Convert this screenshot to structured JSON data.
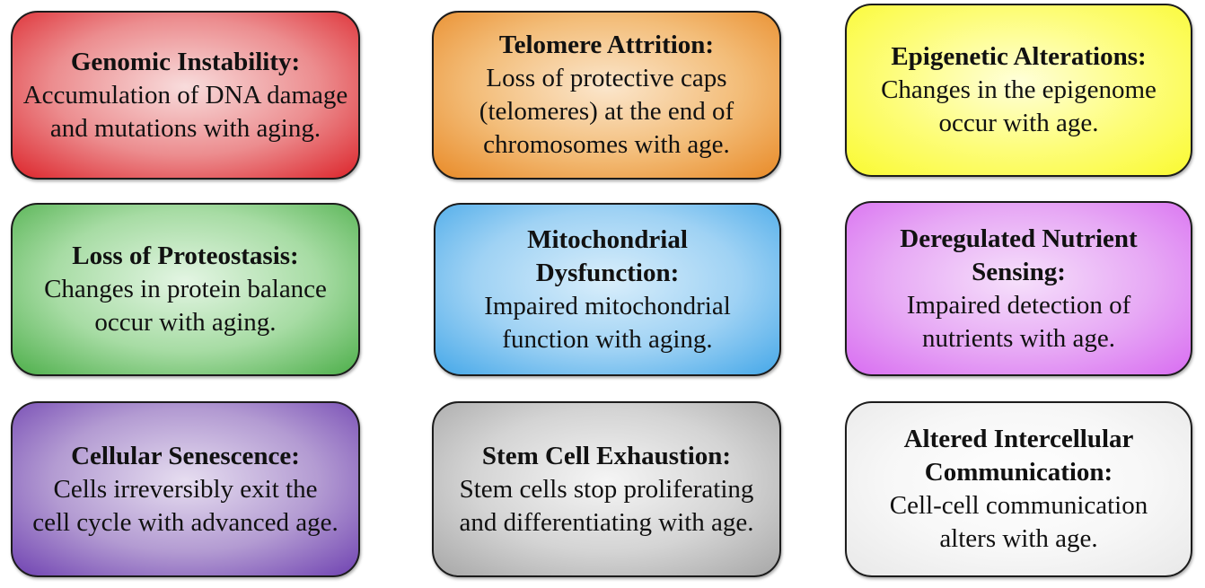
{
  "cards": [
    {
      "id": "genomic",
      "title": "Genomic Instability:",
      "description": "Accumulation of DNA damage and mutations with aging.",
      "color": "#dd2a30"
    },
    {
      "id": "telomere",
      "title": "Telomere Attrition:",
      "description": "Loss of protective caps (telomeres) at the end of chromosomes with age.",
      "color": "#e98d2c"
    },
    {
      "id": "epigen",
      "title": "Epigenetic Alterations:",
      "description": "Changes in the epigenome occur with age.",
      "color": "#fafa35"
    },
    {
      "id": "proteo",
      "title": "Loss of Proteostasis:",
      "description": "Changes in protein balance occur with aging.",
      "color": "#52b14f"
    },
    {
      "id": "mito",
      "title": "Mitochondrial Dysfunction:",
      "description": "Impaired mitochondrial function with aging.",
      "color": "#4aaae9"
    },
    {
      "id": "nutrient",
      "title": "Deregulated Nutrient Sensing:",
      "description": "Impaired detection of nutrients with age.",
      "color": "#d970f1"
    },
    {
      "id": "senesc",
      "title": "Cellular Senescence:",
      "description": "Cells irreversibly exit the cell cycle with advanced age.",
      "color": "#7347b3"
    },
    {
      "id": "stem",
      "title": "Stem Cell Exhaustion:",
      "description": "Stem cells stop proliferating and differentiating with age.",
      "color": "#a9a9a9"
    },
    {
      "id": "comm",
      "title": "Altered Intercellular Communication:",
      "description": "Cell-cell communication alters with age.",
      "color": "#e9e9e9"
    }
  ]
}
